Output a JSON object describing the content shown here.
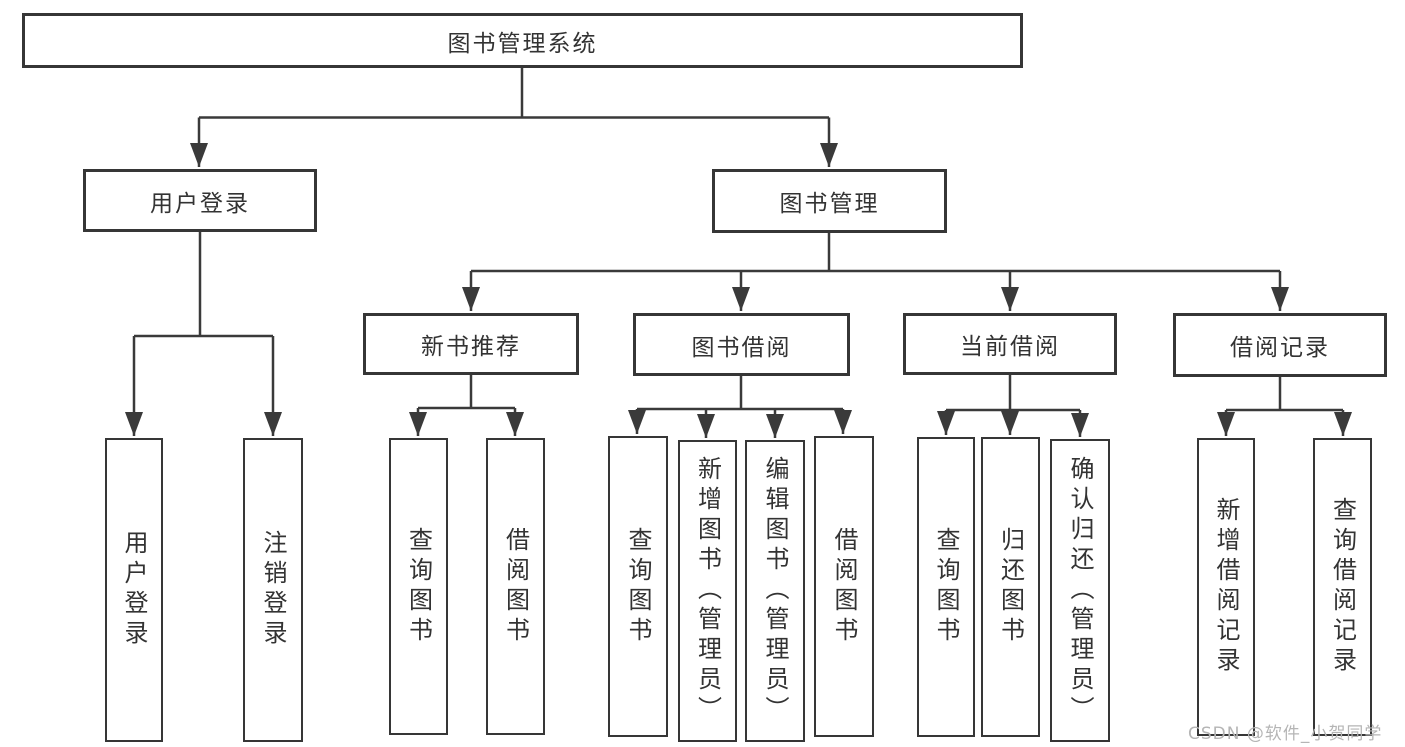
{
  "colors": {
    "line": "#3a3a3a",
    "box_border": "#363636",
    "text": "#333333",
    "background": "#ffffff",
    "watermark": "#b5b5b5"
  },
  "tree": {
    "root": {
      "label": "图书管理系统"
    },
    "branches": [
      {
        "label": "用户登录",
        "leaves": [
          {
            "label": "用户登录"
          },
          {
            "label": "注销登录"
          }
        ]
      },
      {
        "label": "图书管理",
        "groups": [
          {
            "label": "新书推荐",
            "leaves": [
              {
                "label": "查询图书"
              },
              {
                "label": "借阅图书"
              }
            ]
          },
          {
            "label": "图书借阅",
            "leaves": [
              {
                "label": "查询图书"
              },
              {
                "label": "新增图书（管理员）"
              },
              {
                "label": "编辑图书（管理员）"
              },
              {
                "label": "借阅图书"
              }
            ]
          },
          {
            "label": "当前借阅",
            "leaves": [
              {
                "label": "查询图书"
              },
              {
                "label": "归还图书"
              },
              {
                "label": "确认归还（管理员）"
              }
            ]
          },
          {
            "label": "借阅记录",
            "leaves": [
              {
                "label": "新增借阅记录"
              },
              {
                "label": "查询借阅记录"
              }
            ]
          }
        ]
      }
    ]
  },
  "watermark": {
    "text": "CSDN @软件_小贺同学"
  }
}
